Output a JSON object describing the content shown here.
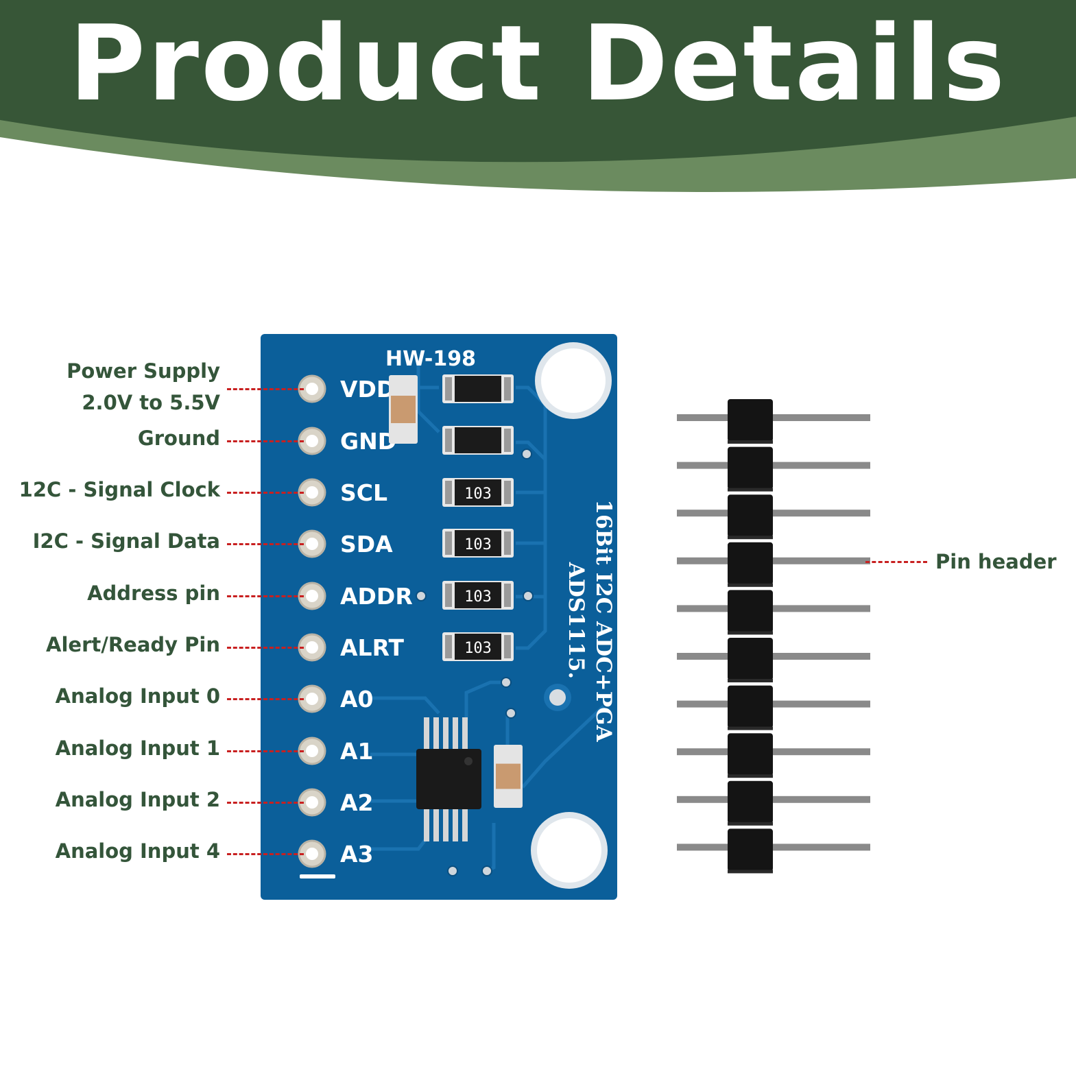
{
  "banner": {
    "title": "Product Details",
    "colors": {
      "dark_green": "#375637",
      "light_green": "#6b8b5f",
      "title_text": "#ffffff"
    }
  },
  "colors": {
    "label_text": "#34553a",
    "leader_line": "#c82020",
    "pcb": "#0b5f9a",
    "pcb_trace": "#1a72b0",
    "silkscreen": "#ffffff",
    "header_plastic": "#141414",
    "header_pin": "#8a8a8a"
  },
  "board": {
    "model": "HW-198",
    "side_text_line1": "16Bit I2C ADC+PGA",
    "side_text_line2": "ADS1115.",
    "resistor_code": "103",
    "pins": [
      {
        "silk": "VDD",
        "label_line1": "Power Supply",
        "label_line2": "2.0V to 5.5V"
      },
      {
        "silk": "GND",
        "label_line1": "Ground"
      },
      {
        "silk": "SCL",
        "label_line1": "12C - Signal Clock"
      },
      {
        "silk": "SDA",
        "label_line1": "I2C - Signal Data"
      },
      {
        "silk": "ADDR",
        "label_line1": "Address pin"
      },
      {
        "silk": "ALRT",
        "label_line1": "Alert/Ready Pin"
      },
      {
        "silk": "A0",
        "label_line1": "Analog Input 0"
      },
      {
        "silk": "A1",
        "label_line1": "Analog Input 1"
      },
      {
        "silk": "A2",
        "label_line1": "Analog Input 2"
      },
      {
        "silk": "A3",
        "label_line1": "Analog Input 4"
      }
    ]
  },
  "pin_header": {
    "label": "Pin header",
    "pin_count": 10
  }
}
